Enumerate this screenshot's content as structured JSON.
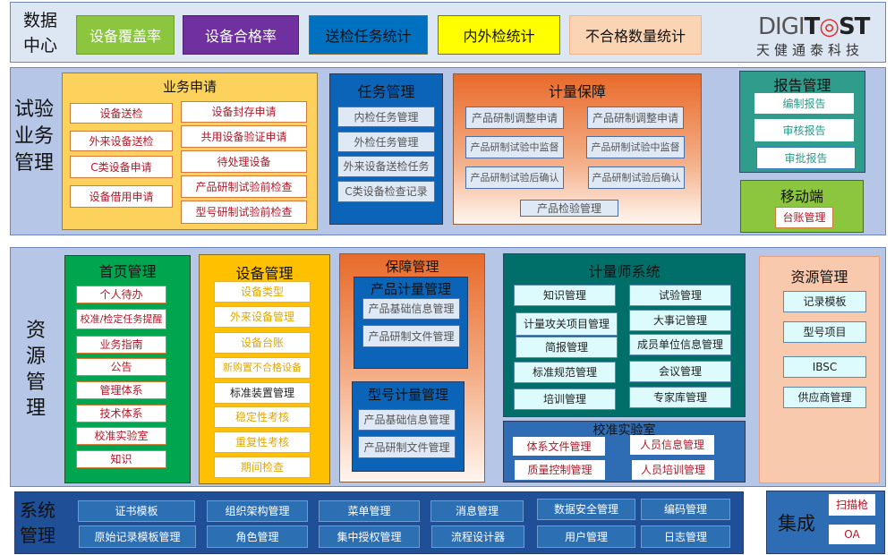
{
  "data_center": {
    "label": "数据\n中心",
    "label_line1": "数据",
    "label_line2": "中心",
    "buttons": [
      {
        "label": "设备覆盖率",
        "bg": "#8cc63f",
        "fg": "#ffffff"
      },
      {
        "label": "设备合格率",
        "bg": "#7030a0",
        "fg": "#ffffff"
      },
      {
        "label": "送检任务统计",
        "bg": "#0070c0",
        "fg": "#111111"
      },
      {
        "label": "内外检统计",
        "bg": "#ffff00",
        "fg": "#111111"
      },
      {
        "label": "不合格数量统计",
        "bg": "#fbd4b4",
        "fg": "#111111"
      }
    ],
    "logo": {
      "text_light": "DIGI",
      "text_bold_1": "T",
      "text_o": "◎",
      "text_bold_2": "ST",
      "subtitle": "天健通泰科技"
    }
  },
  "business": {
    "label_line1": "试验",
    "label_line2": "业务",
    "label_line3": "管理",
    "application": {
      "title": "业务申请",
      "left_items": [
        "设备送检",
        "外来设备送检",
        "C类设备申请",
        "设备借用申请"
      ],
      "right_items": [
        "设备封存申请",
        "共用设备验证申请",
        "待处理设备",
        "产品研制试验前检查",
        "型号研制试验前检查"
      ]
    },
    "tasks": {
      "title": "任务管理",
      "items": [
        "内检任务管理",
        "外检任务管理",
        "外来设备送检任务",
        "C类设备检查记录"
      ]
    },
    "metrology": {
      "title": "计量保障",
      "left_items": [
        "产品研制调整申请",
        "产品研制试验中监督",
        "产品研制试验后确认"
      ],
      "right_items": [
        "产品研制调整申请",
        "产品研制试验中监督",
        "产品研制试验后确认"
      ],
      "bottom_item": "产品检验管理"
    },
    "reports": {
      "title": "报告管理",
      "items": [
        "编制报告",
        "审核报告",
        "审批报告"
      ]
    },
    "mobile": {
      "title": "移动端",
      "items": [
        "台账管理"
      ]
    }
  },
  "resources": {
    "label_line1": "资",
    "label_line2": "源",
    "label_line3": "管",
    "label_line4": "理",
    "home": {
      "title": "首页管理",
      "items": [
        "个人待办",
        "校准/检定任务提醒",
        "业务指南",
        "公告",
        "管理体系",
        "技术体系",
        "校准实验室",
        "知识"
      ]
    },
    "equipment": {
      "title": "设备管理",
      "items": [
        "设备类型",
        "外来设备管理",
        "设备台账",
        "新购置不合格设备",
        "标准装置管理",
        "稳定性考核",
        "重复性考核",
        "期间检查"
      ]
    },
    "assurance": {
      "title": "保障管理",
      "product": {
        "title": "产品计量管理",
        "items": [
          "产品基础信息管理",
          "产品研制文件管理"
        ]
      },
      "model": {
        "title": "型号计量管理",
        "items": [
          "产品基础信息管理",
          "产品研制文件管理"
        ]
      }
    },
    "metrologist": {
      "title": "计量师系统",
      "left_items": [
        "知识管理",
        "计量攻关项目管理",
        "简报管理",
        "标准规范管理",
        "培训管理"
      ],
      "right_items": [
        "试验管理",
        "大事记管理",
        "成员单位信息管理",
        "会议管理",
        "专家库管理"
      ]
    },
    "lab": {
      "title": "校准实验室",
      "items": [
        "体系文件管理",
        "人员信息管理",
        "质量控制管理",
        "人员培训管理"
      ]
    },
    "resource_mgmt": {
      "title": "资源管理",
      "items": [
        "记录模板",
        "型号项目",
        "IBSC",
        "供应商管理"
      ]
    }
  },
  "system": {
    "label_line1": "系统",
    "label_line2": "管理",
    "row1": [
      "证书模板",
      "组织架构管理",
      "菜单管理",
      "消息管理",
      "数据安全管理",
      "编码管理"
    ],
    "row2": [
      "原始记录模板管理",
      "角色管理",
      "集中授权管理",
      "流程设计器",
      "用户管理",
      "日志管理"
    ]
  },
  "integration": {
    "label": "集成",
    "items": [
      "扫描枪",
      "OA"
    ]
  }
}
